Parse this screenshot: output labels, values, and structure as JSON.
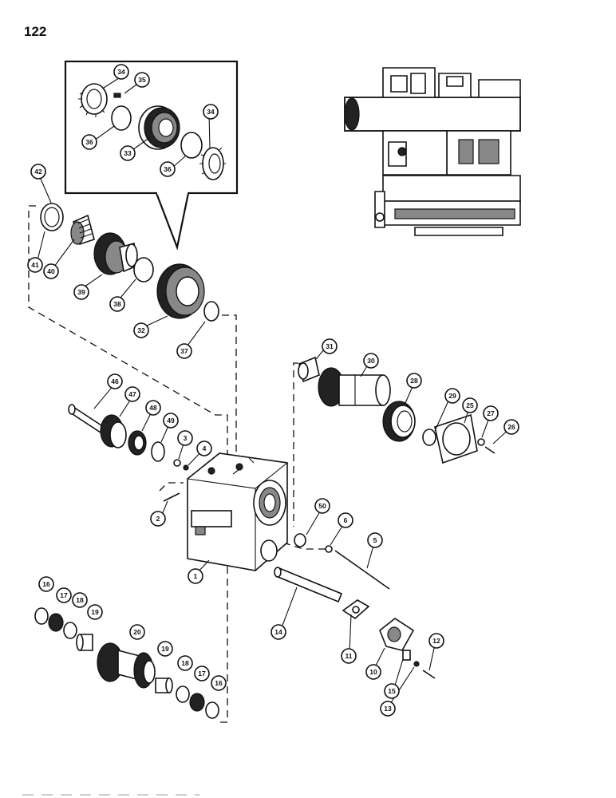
{
  "page_number": "122",
  "callouts": [
    {
      "label": "34"
    },
    {
      "label": "35"
    },
    {
      "label": "36"
    },
    {
      "label": "33"
    },
    {
      "label": "34"
    },
    {
      "label": "36"
    },
    {
      "label": "42"
    },
    {
      "label": "41"
    },
    {
      "label": "40"
    },
    {
      "label": "39"
    },
    {
      "label": "38"
    },
    {
      "label": "32"
    },
    {
      "label": "37"
    },
    {
      "label": "31"
    },
    {
      "label": "30"
    },
    {
      "label": "28"
    },
    {
      "label": "29"
    },
    {
      "label": "25"
    },
    {
      "label": "27"
    },
    {
      "label": "26"
    },
    {
      "label": "46"
    },
    {
      "label": "47"
    },
    {
      "label": "48"
    },
    {
      "label": "49"
    },
    {
      "label": "3"
    },
    {
      "label": "4"
    },
    {
      "label": "2"
    },
    {
      "label": "50"
    },
    {
      "label": "6"
    },
    {
      "label": "5"
    },
    {
      "label": "1"
    },
    {
      "label": "14"
    },
    {
      "label": "16"
    },
    {
      "label": "17"
    },
    {
      "label": "18"
    },
    {
      "label": "19"
    },
    {
      "label": "20"
    },
    {
      "label": "19"
    },
    {
      "label": "18"
    },
    {
      "label": "17"
    },
    {
      "label": "16"
    },
    {
      "label": "11"
    },
    {
      "label": "10"
    },
    {
      "label": "15"
    },
    {
      "label": "13"
    },
    {
      "label": "12"
    }
  ]
}
